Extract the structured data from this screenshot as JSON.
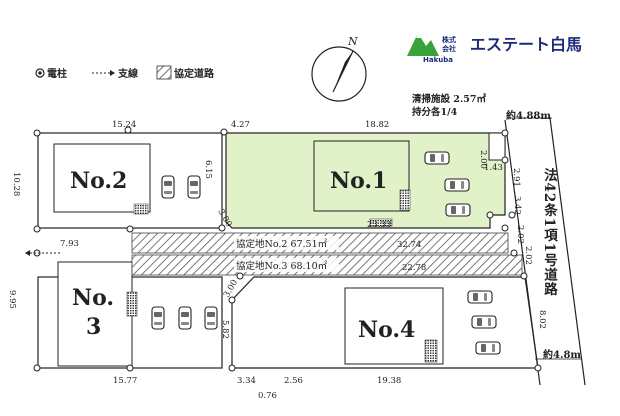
{
  "brand": {
    "prefix_top": "株式",
    "prefix_bottom": "会社",
    "name": "エステート白馬",
    "logo_caption": "Hakuba"
  },
  "compass": {
    "label": "N"
  },
  "legend": {
    "pole": "電柱",
    "branch": "支線",
    "agreement": "協定道路"
  },
  "facility": {
    "line1": "清掃施設 2.57㎡",
    "line2": "持分各1/4"
  },
  "road": {
    "label": "法42条1項1号道路",
    "width_top": "約4.88m",
    "width_bottom": "約4.8m"
  },
  "lots": {
    "no1": "No.1",
    "no2": "No.2",
    "no3_line1": "No.",
    "no3_line2": "3",
    "no4": "No.4"
  },
  "agreement_roads": {
    "road2": "協定地No.2 67.51㎡",
    "road3": "協定地No.3 68.10㎡"
  },
  "dims": {
    "d15_24": "15.24",
    "d4_27": "4.27",
    "d18_82": "18.82",
    "d2_00": "2.00",
    "d1_43": "1.43",
    "d2_91": "2.91",
    "d6_15": "6.15",
    "d10_28": "10.28",
    "d3_00a": "3.00",
    "d23_33": "23.33",
    "d3_42": "3.42",
    "d2_02a": "2.02",
    "d7_93": "7.93",
    "d32_74": "32.74",
    "d2_02b": "2.02",
    "d22_78": "22.78",
    "d3_00b": "3.00",
    "d9_95": "9.95",
    "d5_82": "5.82",
    "d8_02": "8.02",
    "d15_77": "15.77",
    "d3_34": "3.34",
    "d2_56": "2.56",
    "d19_38": "19.38",
    "d0_76": "0.76"
  },
  "colors": {
    "lot1_fill": "#e1f2c8",
    "brand_blue": "#1c2a7a",
    "logo_green": "#3aa23a"
  }
}
